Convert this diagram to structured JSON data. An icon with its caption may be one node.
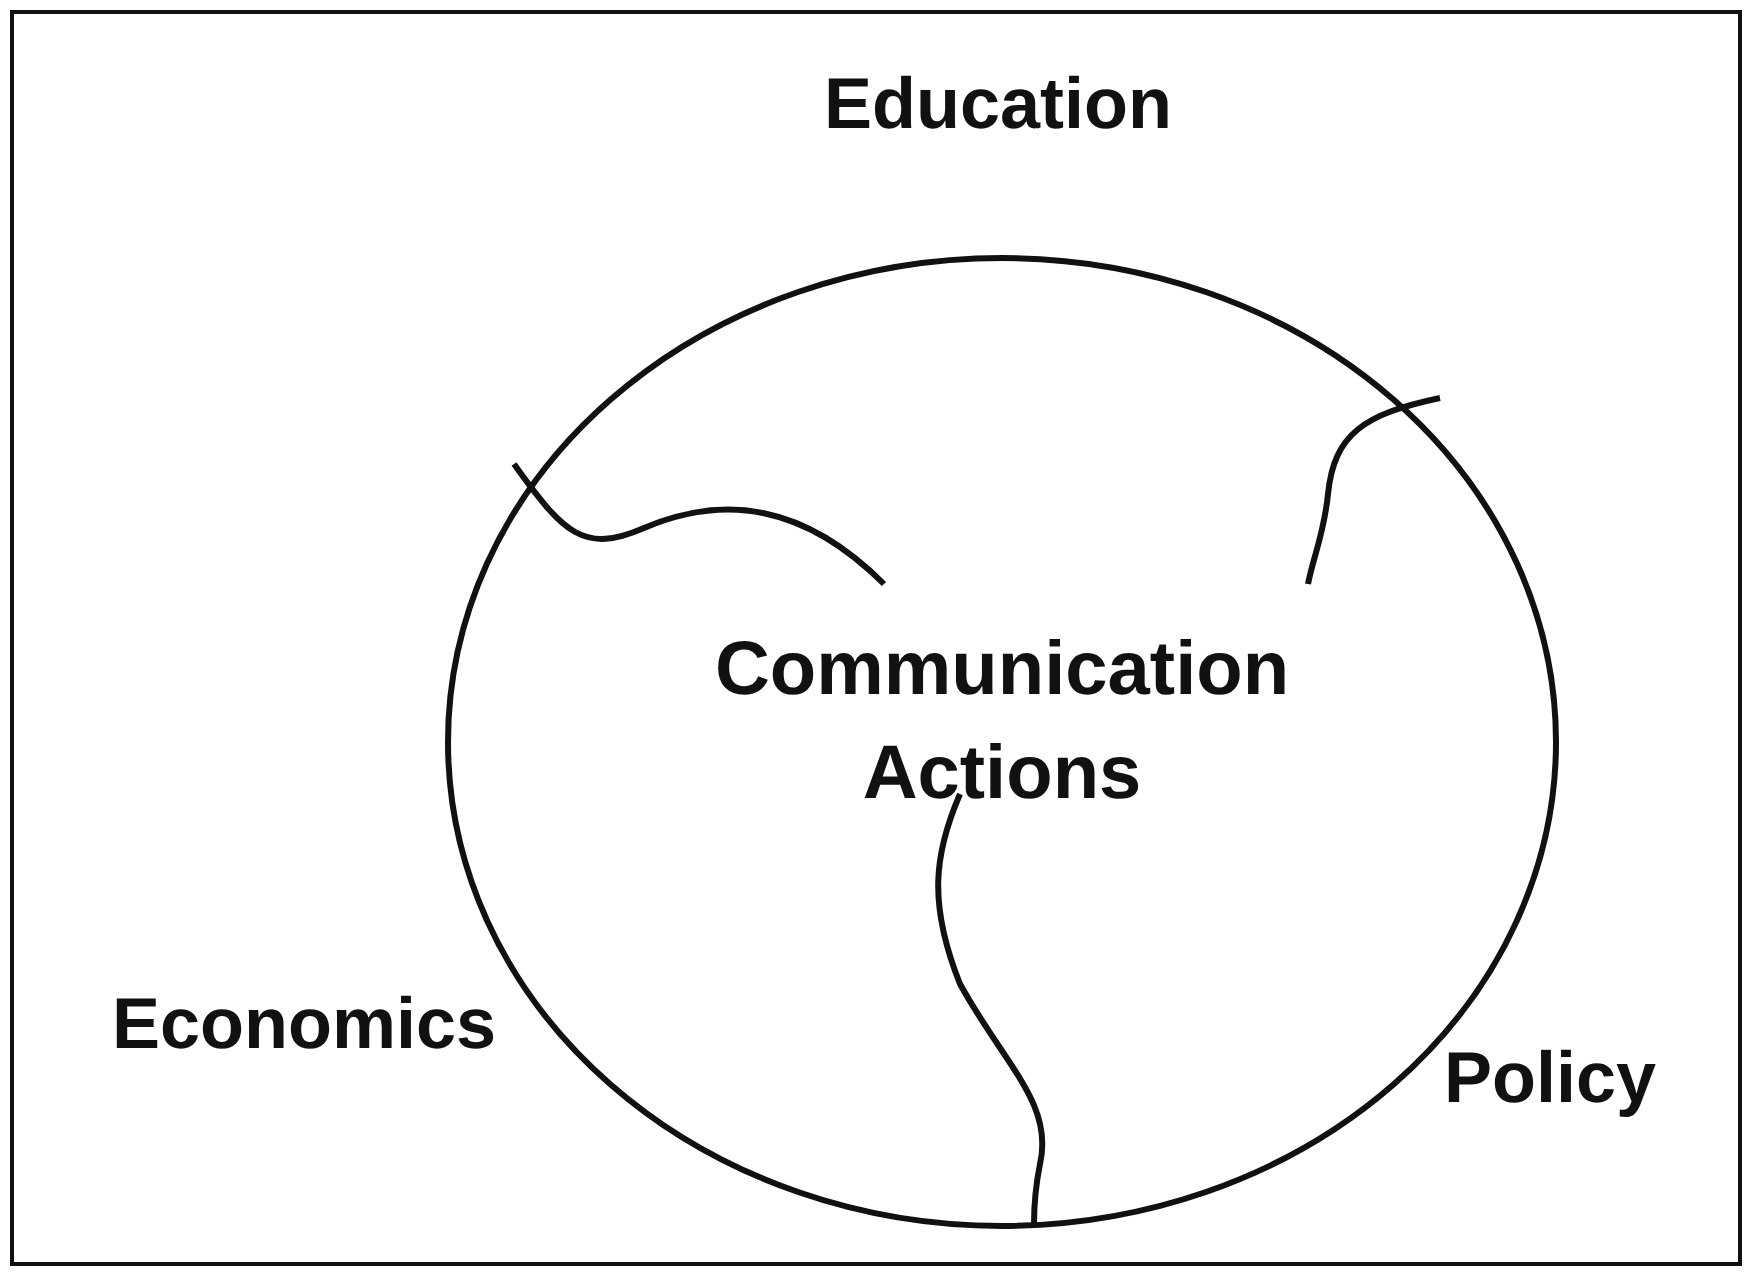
{
  "diagram": {
    "nodes": [
      {
        "text": [
          "Communication Actions"
        ]
      }
    ],
    "labels": [
      "Education",
      "Economics",
      "Policy"
    ]
  }
}
